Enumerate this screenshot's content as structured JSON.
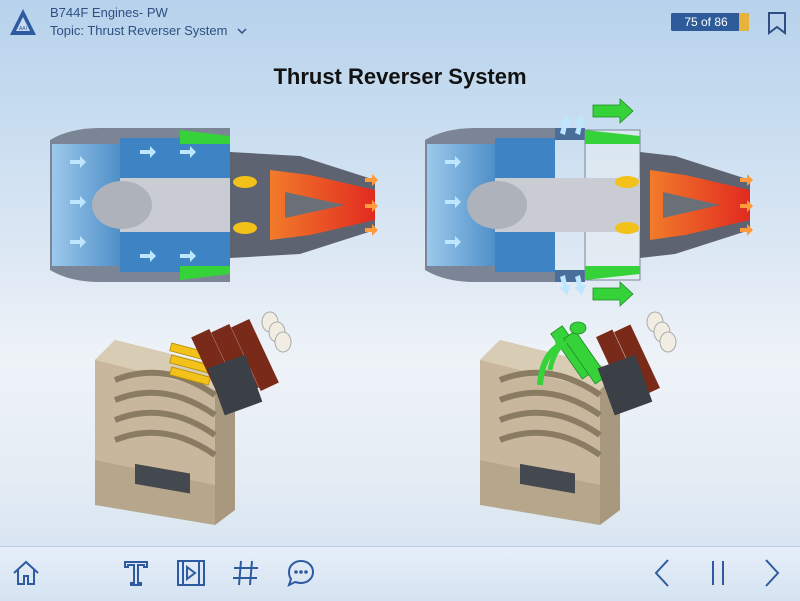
{
  "header": {
    "course_title": "B744F Engines- PW",
    "topic_label": "Topic: Thrust Reverser System",
    "progress_text": "75 of 86",
    "progress_current": 75,
    "progress_total": 86
  },
  "slide": {
    "title": "Thrust Reverser System"
  },
  "colors": {
    "accent": "#2d4f82",
    "progress_bg": "#2e5c9a",
    "progress_rest": "#e8b33a",
    "intake_blue": "#6fa8d8",
    "exhaust_red": "#e8442a",
    "reverser_green": "#35d23a",
    "throttle_yellow": "#f2c21a"
  },
  "icons": {
    "logo": "triangle-logo-icon",
    "dropdown": "chevron-down-icon",
    "bookmark": "bookmark-icon",
    "home": "home-icon",
    "text": "text-icon",
    "video": "video-icon",
    "grid": "hash-icon",
    "chat": "chat-icon",
    "prev": "chevron-left-icon",
    "pause": "pause-icon",
    "next": "chevron-right-icon"
  }
}
